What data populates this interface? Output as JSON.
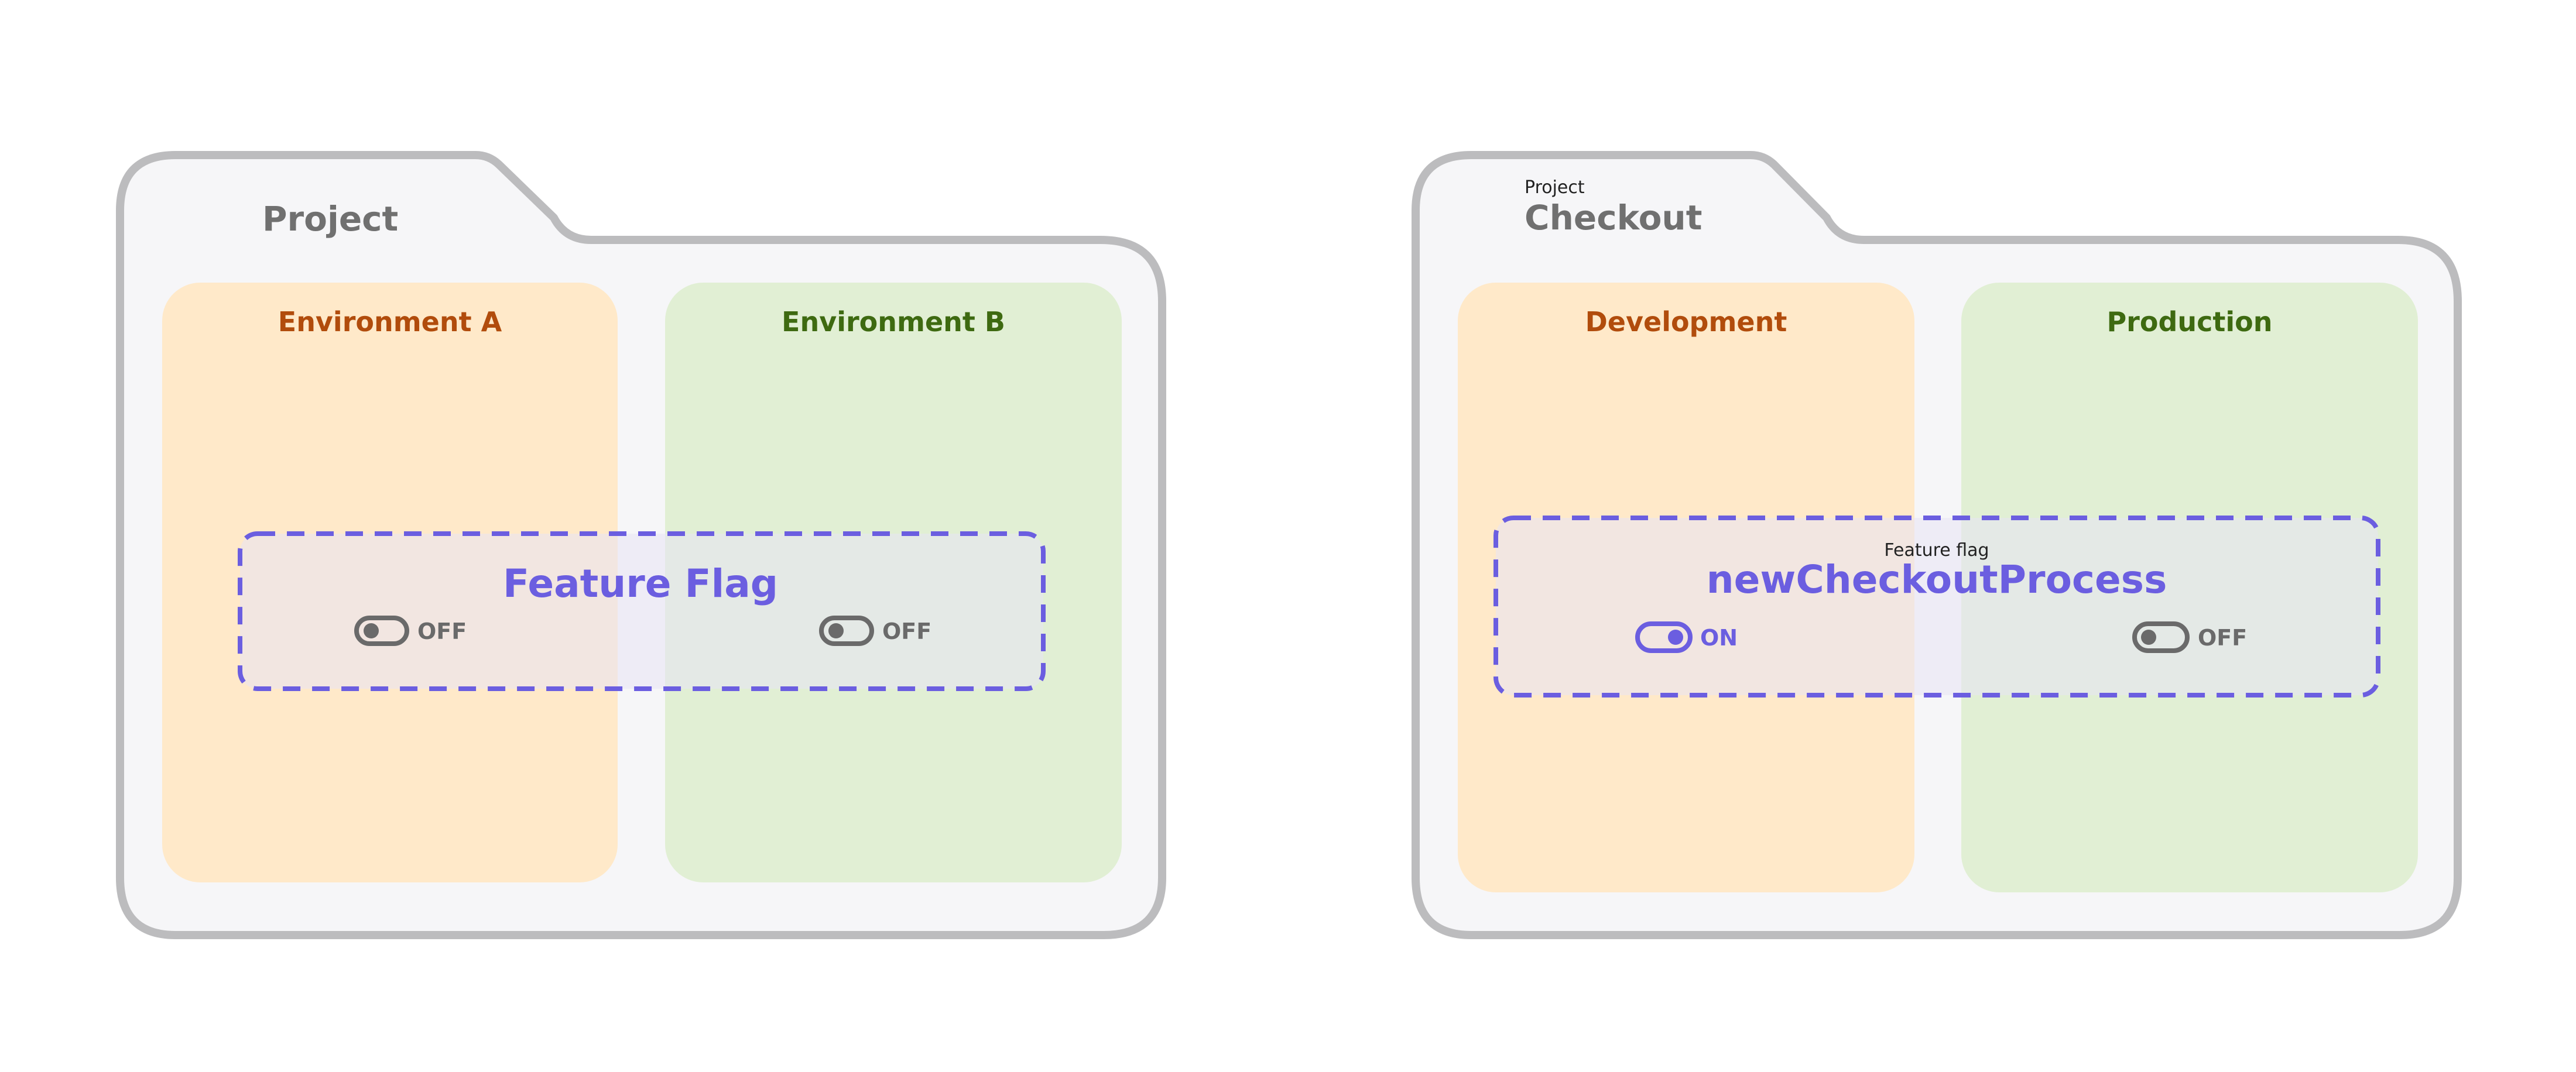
{
  "colors": {
    "folder_fill": "#f6f6f8",
    "folder_stroke": "#bcbcbe",
    "dev_fill": "#ffe9c9",
    "dev_text": "#b14c0c",
    "prod_fill": "#e1efd4",
    "prod_text": "#3e6a11",
    "flag_accent": "#6b5ee0",
    "flag_fill": "#e8e4f4",
    "toggle_off": "#6a6a6a",
    "project_title": "#707070"
  },
  "diagrams": [
    {
      "project_caption": "",
      "project_title": "Project",
      "environments": [
        {
          "label": "Environment A",
          "tone": "dev"
        },
        {
          "label": "Environment B",
          "tone": "prod"
        }
      ],
      "flag": {
        "caption": "",
        "name": "Feature Flag",
        "toggles": [
          {
            "state": "off",
            "label": "OFF"
          },
          {
            "state": "off",
            "label": "OFF"
          }
        ]
      }
    },
    {
      "project_caption": "Project",
      "project_title": "Checkout",
      "environments": [
        {
          "label": "Development",
          "tone": "dev"
        },
        {
          "label": "Production",
          "tone": "prod"
        }
      ],
      "flag": {
        "caption": "Feature flag",
        "name": "newCheckoutProcess",
        "toggles": [
          {
            "state": "on",
            "label": "ON"
          },
          {
            "state": "off",
            "label": "OFF"
          }
        ]
      }
    }
  ]
}
